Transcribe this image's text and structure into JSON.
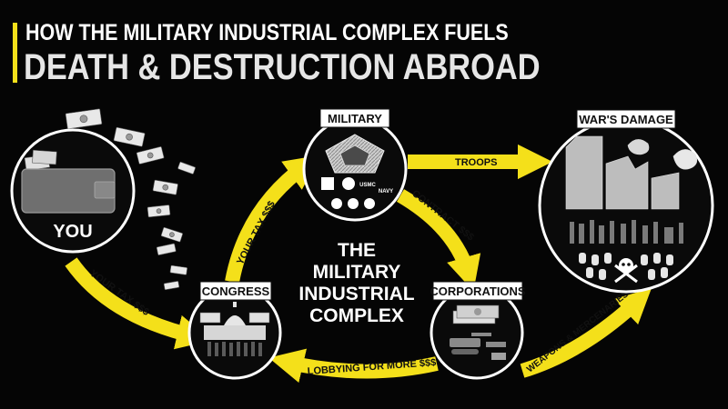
{
  "title": {
    "line1": "HOW THE MILITARY INDUSTRIAL COMPLEX FUELS",
    "line2": "DEATH & DESTRUCTION ABROAD"
  },
  "nodes": {
    "you": "YOU",
    "military": "MILITARY",
    "wars_damage": "WAR'S DAMAGE",
    "congress": "CONGRESS",
    "corporations": "CORPORATIONS"
  },
  "center": {
    "line1": "THE",
    "line2": "MILITARY",
    "line3": "INDUSTRIAL",
    "line4": "COMPLEX"
  },
  "arrows": {
    "you_to_congress": "YOUR TAX $$$",
    "congress_to_military": "YOUR TAX $$$",
    "military_to_damage": "TROOPS",
    "military_to_corps": "CONTRACT $$$",
    "corps_to_congress": "LOBBYING FOR MORE $$$",
    "corps_to_damage": "WEAPONS & MERCENARIES"
  },
  "emblems": {
    "usmc": "USMC",
    "navy": "NAVY"
  },
  "colors": {
    "accent": "#f4e01a",
    "background": "#050505",
    "text": "#ffffff"
  }
}
